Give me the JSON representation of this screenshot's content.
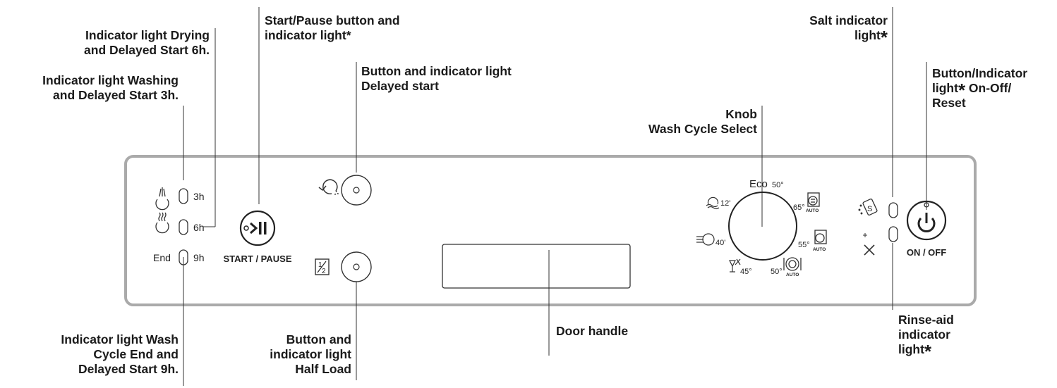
{
  "callouts": {
    "drying_6h": "Indicator light Drying\nand Delayed Start 6h.",
    "washing_3h": "Indicator light Washing\nand Delayed Start 3h.",
    "start_pause": "Start/Pause button and\nindicator light",
    "start_pause_star": "*",
    "delayed_start": "Button and indicator light\nDelayed start",
    "knob": "Knob\nWash Cycle Select",
    "salt": "Salt indicator\nlight",
    "salt_star": "*",
    "onoff_a": "Button/Indicator\nlight",
    "onoff_star": "*",
    "onoff_b": " On-Off/\nReset",
    "wash_end_9h": "Indicator light Wash\nCycle End and\nDelayed Start 9h.",
    "half_load": "Button and\nindicator light\nHalf Load",
    "door_handle": "Door handle",
    "rinse_aid": "Rinse-aid\nindicator\nlight",
    "rinse_aid_star": "*"
  },
  "panel": {
    "lights": [
      {
        "hours": "3h"
      },
      {
        "hours": "6h"
      },
      {
        "label": "End",
        "hours": "9h"
      }
    ],
    "start_pause_label": "START / PAUSE",
    "on_off_label": "ON / OFF",
    "half_load_icon": "1/2",
    "knob": {
      "eco": "Eco",
      "eco_temp": "50°",
      "t12": "12'",
      "t40": "40'",
      "t45": "45°",
      "t50": "50°",
      "t55": "55°",
      "t65": "65°",
      "auto": "AUTO"
    }
  },
  "icons": [
    "washing-icon",
    "drying-icon",
    "start-pause-icon",
    "delay-clock-icon",
    "half-load-icon",
    "rapid-wash-icon",
    "prewash-icon",
    "glass-icon",
    "auto-intensive-icon",
    "auto-normal-icon",
    "auto-light-icon",
    "salt-icon",
    "rinse-aid-icon",
    "power-icon"
  ]
}
